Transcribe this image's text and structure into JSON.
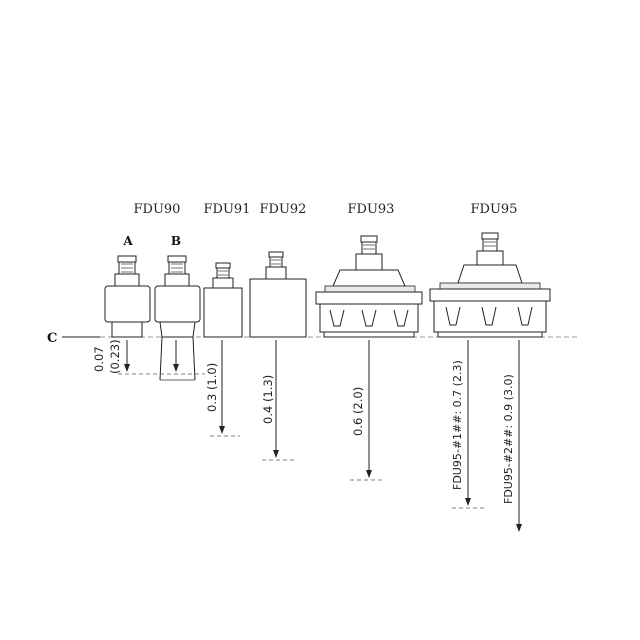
{
  "models": {
    "fdu90": "FDU90",
    "fdu91": "FDU91",
    "fdu92": "FDU92",
    "fdu93": "FDU93",
    "fdu95": "FDU95"
  },
  "variants": {
    "a": "A",
    "b": "B"
  },
  "reference_line": "C",
  "dimensions": {
    "fdu90_a_value": "0.07",
    "fdu90_b_value": "(0.23)",
    "fdu91": "0.3 (1.0)",
    "fdu92": "0.4 (1.3)",
    "fdu93": "0.6 (2.0)",
    "fdu95_1": "FDU95-#1##: 0.7 (2.3)",
    "fdu95_2": "FDU95-#2##: 0.9 (3.0)"
  }
}
